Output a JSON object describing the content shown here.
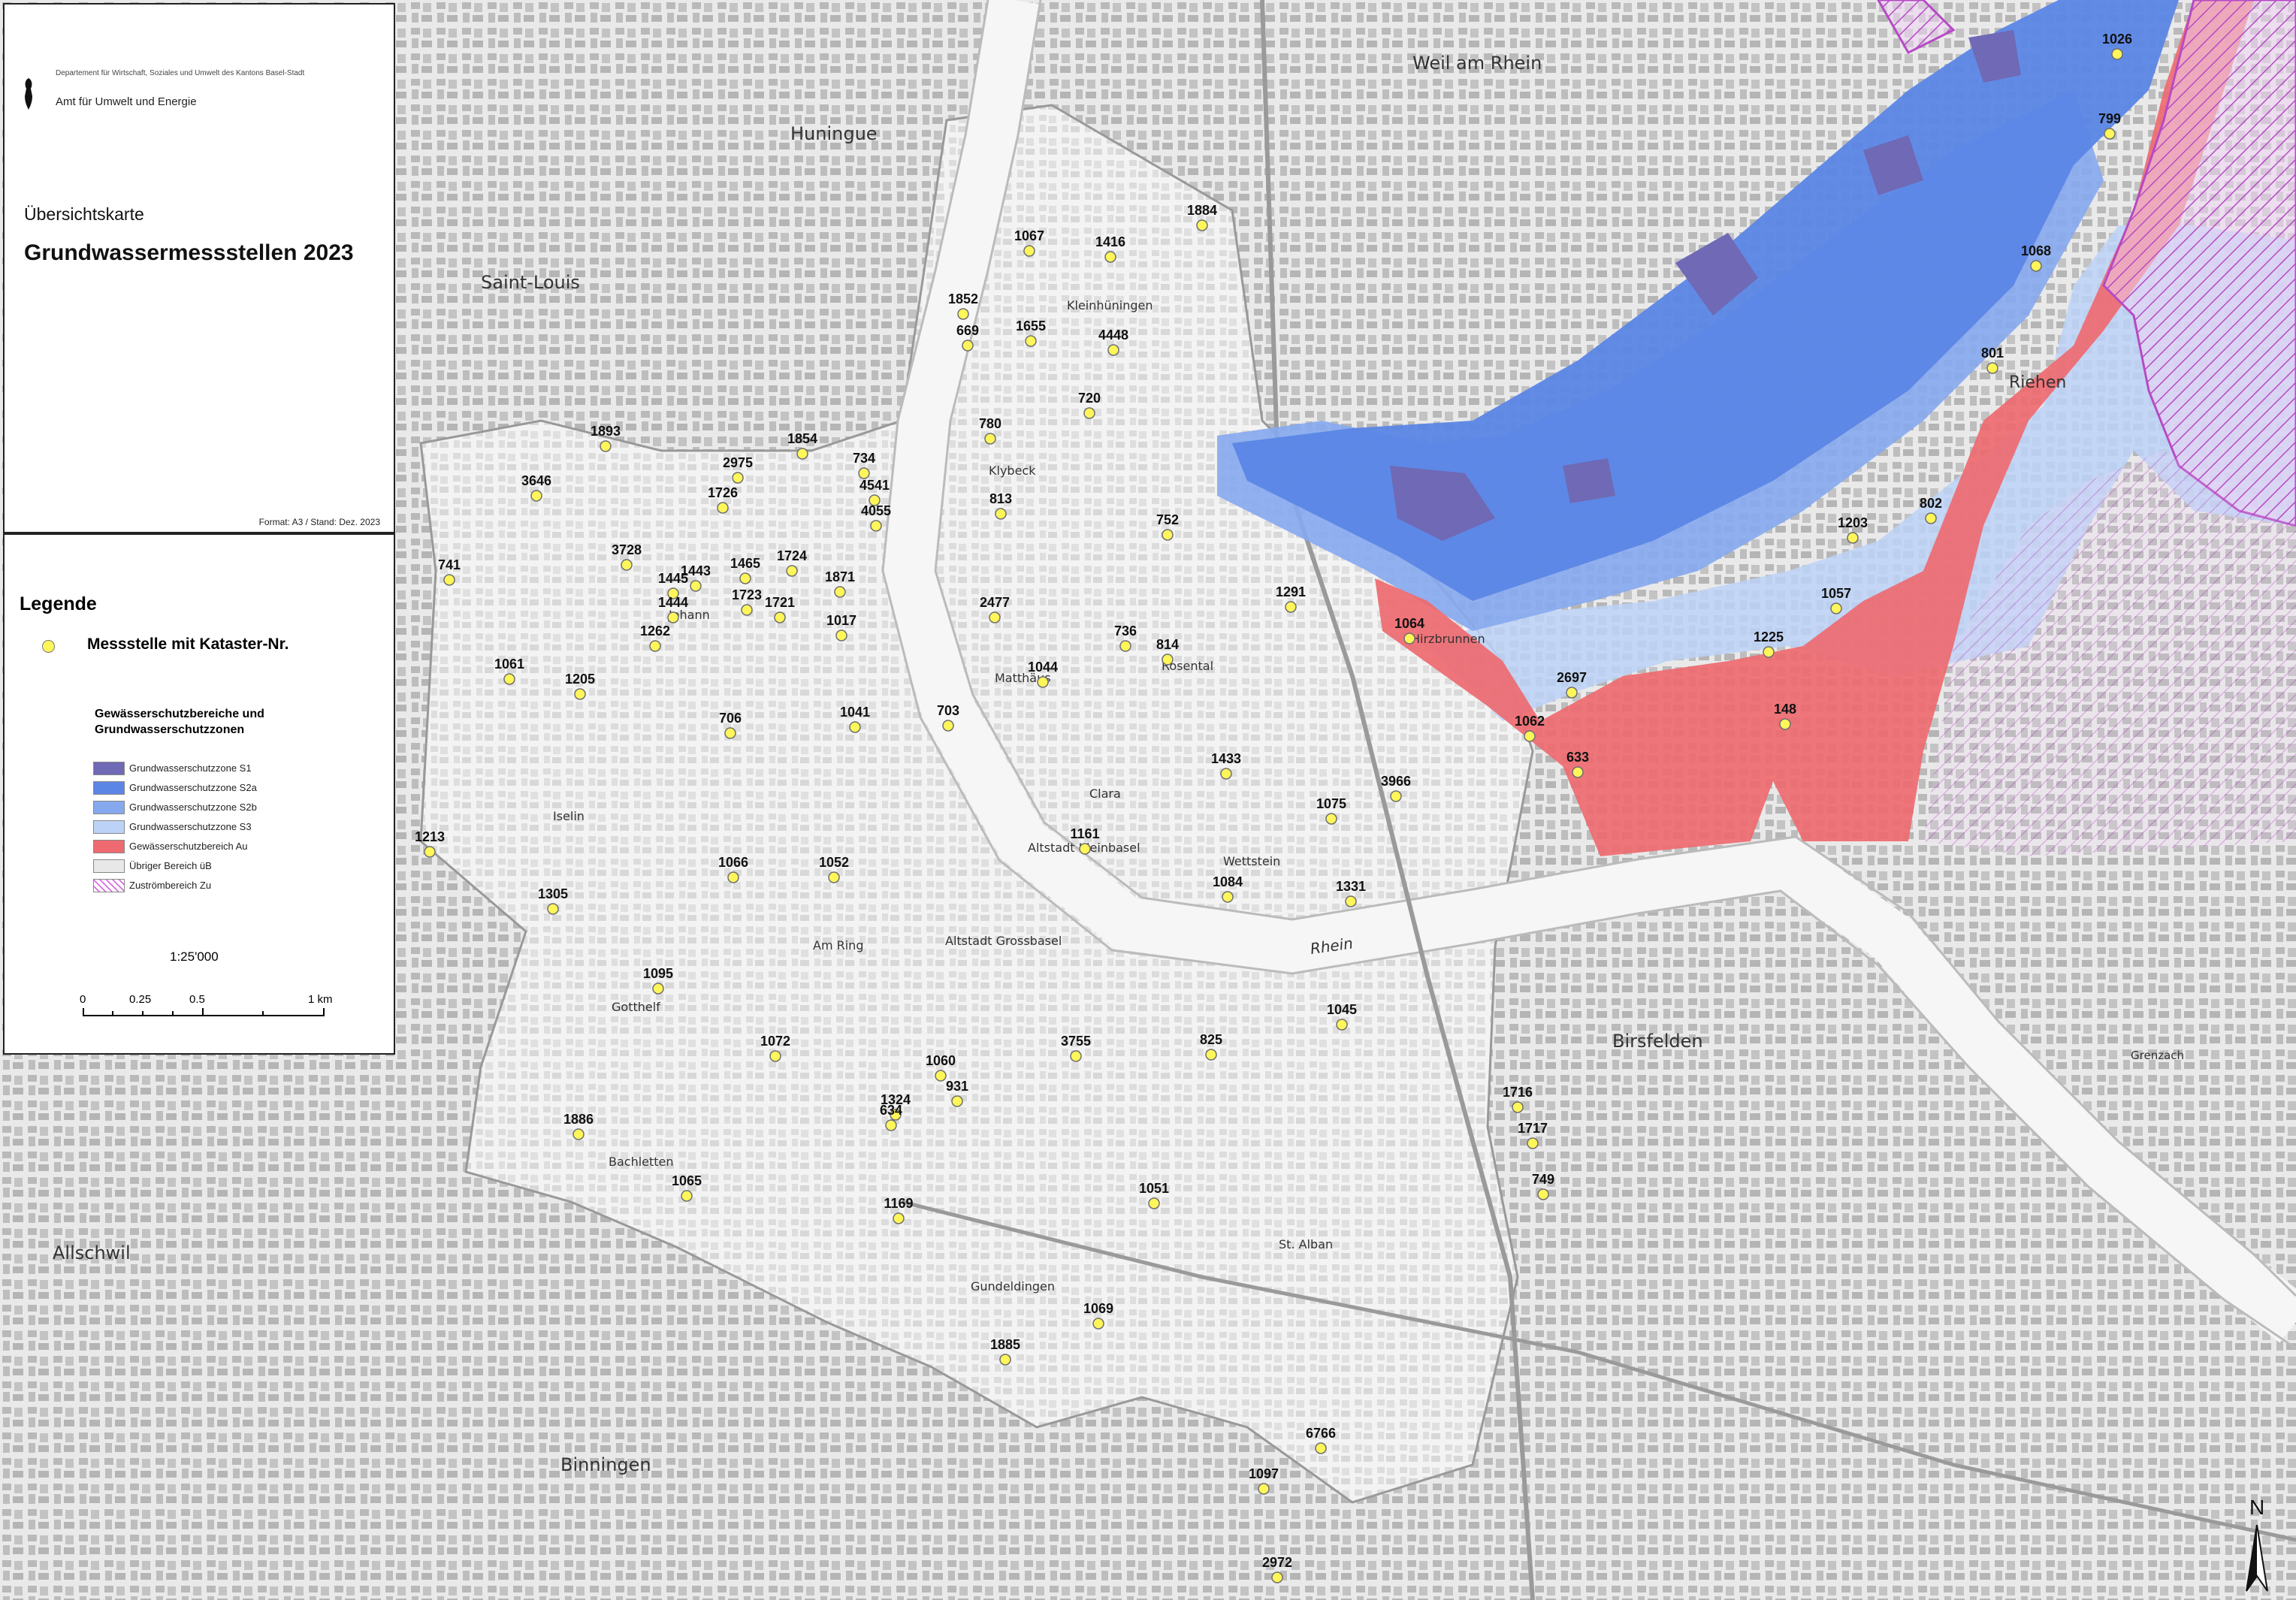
{
  "header": {
    "ministry": "Departement für Wirtschaft, Soziales und Umwelt des Kantons Basel-Stadt",
    "office": "Amt für Umwelt und Energie",
    "subtitle": "Übersichtskarte",
    "title": "Grundwassermessstellen 2023",
    "format_note": "Format: A3 / Stand: Dez. 2023"
  },
  "legend": {
    "title": "Legende",
    "station_label": "Messstelle mit Kataster-Nr.",
    "zone_group_title_line1": "Gewässerschutzbereiche und",
    "zone_group_title_line2": "Grundwasserschutzzonen",
    "zones": [
      {
        "label": "Grundwasserschutzzone S1",
        "color": "#6f69b6"
      },
      {
        "label": "Grundwasserschutzzone S2a",
        "color": "#5b86e6"
      },
      {
        "label": "Grundwasserschutzzone S2b",
        "color": "#86a8ee"
      },
      {
        "label": "Grundwasserschutzzone S3",
        "color": "#bdd2f7"
      },
      {
        "label": "Gewässerschutzbereich Au",
        "color": "#ee6a70"
      },
      {
        "label": "Übriger Bereich üB",
        "color": "#e8e8e8"
      },
      {
        "label": "Zuströmbereich Zu",
        "color": "#d66ee0"
      }
    ],
    "scale": "1:25'000",
    "scale_ticks": [
      "0",
      "0.25",
      "0.5",
      "1 km"
    ]
  },
  "north_label": "N",
  "place_names": [
    "Weil am Rhein",
    "Huningue",
    "Saint-Louis",
    "Kleinhüningen",
    "Klybeck",
    "Riehen",
    "Matthäus",
    "Rosental",
    "Clara",
    "Wettstein",
    "Altstadt Kleinbasel",
    "Iselin",
    "Am Ring",
    "Altstadt Grossbasel",
    "Gotthelf",
    "Bachletten",
    "Allschwil",
    "Birsfelden",
    "Gundeldingen",
    "St. Alban",
    "Binningen",
    "Grenzach",
    "Rhein",
    "Hirzbrunnen",
    "Johann"
  ],
  "stations": [
    {
      "id": "1026"
    },
    {
      "id": "799"
    },
    {
      "id": "1068"
    },
    {
      "id": "801"
    },
    {
      "id": "802"
    },
    {
      "id": "1884"
    },
    {
      "id": "1067"
    },
    {
      "id": "1416"
    },
    {
      "id": "1852"
    },
    {
      "id": "669"
    },
    {
      "id": "1655"
    },
    {
      "id": "4448"
    },
    {
      "id": "720"
    },
    {
      "id": "780"
    },
    {
      "id": "813"
    },
    {
      "id": "1893"
    },
    {
      "id": "1854"
    },
    {
      "id": "2975"
    },
    {
      "id": "734"
    },
    {
      "id": "3646"
    },
    {
      "id": "1726"
    },
    {
      "id": "4541"
    },
    {
      "id": "4055"
    },
    {
      "id": "752"
    },
    {
      "id": "741"
    },
    {
      "id": "3728"
    },
    {
      "id": "1445"
    },
    {
      "id": "1443"
    },
    {
      "id": "1465"
    },
    {
      "id": "1724"
    },
    {
      "id": "1871"
    },
    {
      "id": "1444"
    },
    {
      "id": "1723"
    },
    {
      "id": "1721"
    },
    {
      "id": "2477"
    },
    {
      "id": "1291"
    },
    {
      "id": "1203"
    },
    {
      "id": "1057"
    },
    {
      "id": "1262"
    },
    {
      "id": "1017"
    },
    {
      "id": "736"
    },
    {
      "id": "814"
    },
    {
      "id": "1064"
    },
    {
      "id": "1225"
    },
    {
      "id": "1061"
    },
    {
      "id": "1205"
    },
    {
      "id": "1044"
    },
    {
      "id": "2697"
    },
    {
      "id": "706"
    },
    {
      "id": "1041"
    },
    {
      "id": "703"
    },
    {
      "id": "148"
    },
    {
      "id": "1062"
    },
    {
      "id": "633"
    },
    {
      "id": "1433"
    },
    {
      "id": "3966"
    },
    {
      "id": "1075"
    },
    {
      "id": "1213"
    },
    {
      "id": "1161"
    },
    {
      "id": "1066"
    },
    {
      "id": "1052"
    },
    {
      "id": "1084"
    },
    {
      "id": "1331"
    },
    {
      "id": "1305"
    },
    {
      "id": "1095"
    },
    {
      "id": "1045"
    },
    {
      "id": "1072"
    },
    {
      "id": "3755"
    },
    {
      "id": "825"
    },
    {
      "id": "1060"
    },
    {
      "id": "931"
    },
    {
      "id": "1324"
    },
    {
      "id": "634"
    },
    {
      "id": "1716"
    },
    {
      "id": "1886"
    },
    {
      "id": "1717"
    },
    {
      "id": "749"
    },
    {
      "id": "1065"
    },
    {
      "id": "1051"
    },
    {
      "id": "1169"
    },
    {
      "id": "1069"
    },
    {
      "id": "1885"
    },
    {
      "id": "6766"
    },
    {
      "id": "1097"
    },
    {
      "id": "2972"
    }
  ]
}
